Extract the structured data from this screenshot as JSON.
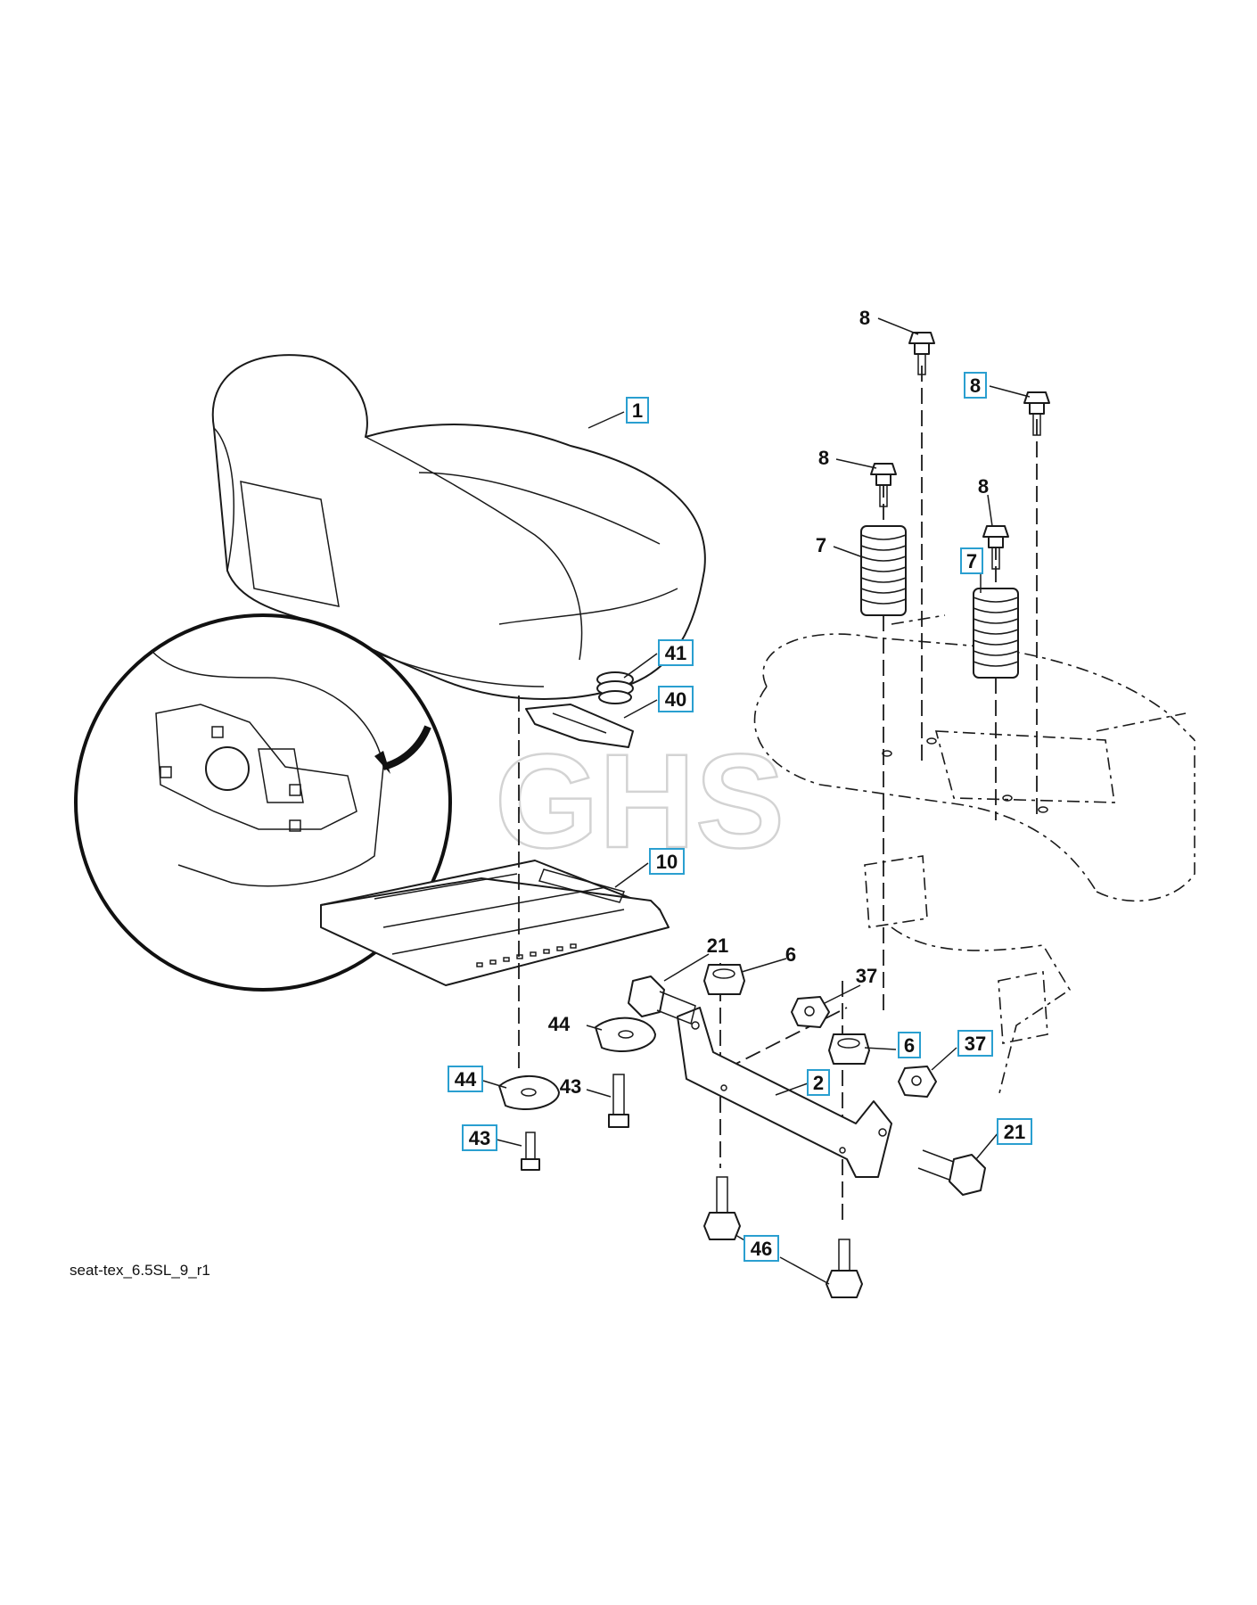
{
  "diagram": {
    "reference_code": "seat-tex_6.5SL_9_r1",
    "watermark": "GHS",
    "callouts": [
      {
        "id": "c1",
        "label": "1",
        "boxed": true
      },
      {
        "id": "c8a",
        "label": "8",
        "boxed": false
      },
      {
        "id": "c8b",
        "label": "8",
        "boxed": true
      },
      {
        "id": "c8c",
        "label": "8",
        "boxed": false
      },
      {
        "id": "c8d",
        "label": "8",
        "boxed": false
      },
      {
        "id": "c7a",
        "label": "7",
        "boxed": false
      },
      {
        "id": "c7b",
        "label": "7",
        "boxed": true
      },
      {
        "id": "c41",
        "label": "41",
        "boxed": true
      },
      {
        "id": "c40",
        "label": "40",
        "boxed": true
      },
      {
        "id": "c10",
        "label": "10",
        "boxed": true
      },
      {
        "id": "c21a",
        "label": "21",
        "boxed": false
      },
      {
        "id": "c6a",
        "label": "6",
        "boxed": false
      },
      {
        "id": "c37a",
        "label": "37",
        "boxed": false
      },
      {
        "id": "c6b",
        "label": "6",
        "boxed": true
      },
      {
        "id": "c37b",
        "label": "37",
        "boxed": true
      },
      {
        "id": "c44a",
        "label": "44",
        "boxed": false
      },
      {
        "id": "c44b",
        "label": "44",
        "boxed": true
      },
      {
        "id": "c43a",
        "label": "43",
        "boxed": false
      },
      {
        "id": "c43b",
        "label": "43",
        "boxed": true
      },
      {
        "id": "c2",
        "label": "2",
        "boxed": true
      },
      {
        "id": "c21b",
        "label": "21",
        "boxed": true
      },
      {
        "id": "c46",
        "label": "46",
        "boxed": true
      }
    ]
  }
}
